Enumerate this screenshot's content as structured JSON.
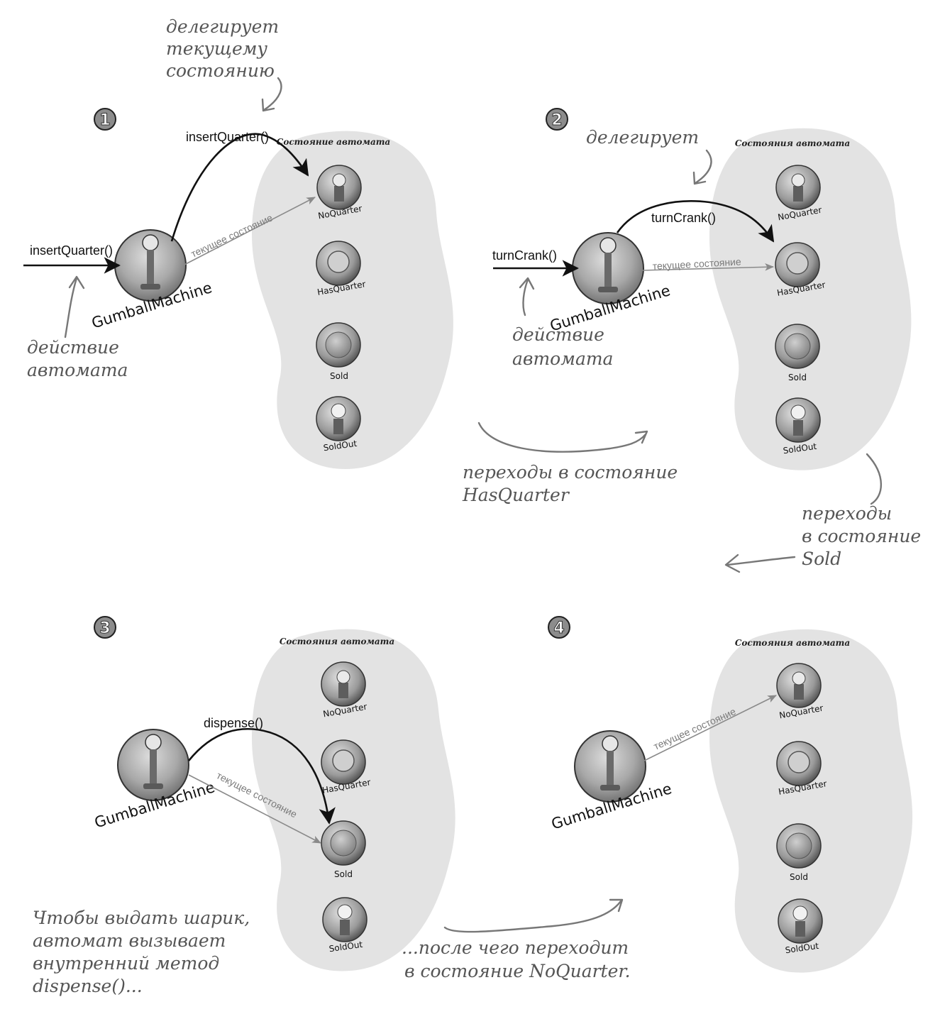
{
  "colors": {
    "blob": "#e3e3e3",
    "hand": "#555555",
    "bold_arrow": "#111111",
    "gray_arrow": "#8a8a8a"
  },
  "icons": [
    "gumball-machine-icon",
    "gumball-icon",
    "quarter-coin-icon",
    "empty-machine-icon"
  ],
  "state_names": {
    "no_quarter": "NoQuarter",
    "has_quarter": "HasQuarter",
    "sold": "Sold",
    "sold_out": "SoldOut"
  },
  "machine_label": "GumballMachine",
  "current_state_label": "текущее состояние",
  "panels": [
    {
      "number": "1",
      "states_title": "Состояние автомата",
      "action_label": "insertQuarter()",
      "delegate_label": "insertQuarter()",
      "notes": [
        "делегирует",
        "текущему",
        "состоянию"
      ],
      "action_note": [
        "действие",
        "автомата"
      ]
    },
    {
      "number": "2",
      "states_title": "Состояния автомата",
      "action_label": "turnCrank()",
      "delegate_label": "turnCrank()",
      "notes": [
        "делегирует"
      ],
      "action_note": [
        "действие",
        "автомата"
      ],
      "transition_note": [
        "переходы в состояние",
        "HasQuarter"
      ],
      "transition_note_2": [
        "переходы",
        "в состояние",
        "Sold"
      ]
    },
    {
      "number": "3",
      "states_title": "Состояния автомата",
      "delegate_label": "dispense()",
      "bottom_note": [
        "Чтобы выдать шарик,",
        "автомат вызывает",
        "внутренний метод",
        "dispense()..."
      ],
      "after_note": [
        "...после чего переходит",
        "в состояние NoQuarter."
      ]
    },
    {
      "number": "4",
      "states_title": "Состояния автомата"
    }
  ]
}
